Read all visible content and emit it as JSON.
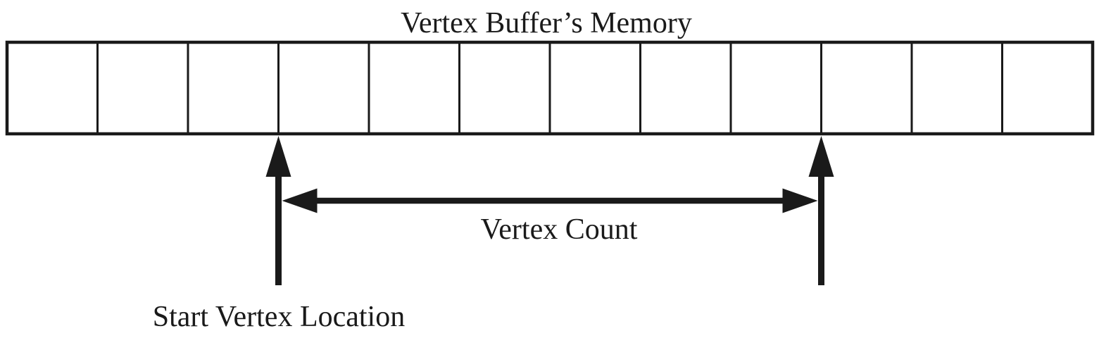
{
  "diagram": {
    "labels": {
      "title": "Vertex Buffer’s Memory",
      "vertex_count": "Vertex Count",
      "start_vertex_location": "Start Vertex Location"
    },
    "memory_buffer": {
      "cell_count": 12,
      "start_vertex_cell_index": 3,
      "vertex_count_cells": 6
    },
    "colors": {
      "ink": "#1a1a1a",
      "background": "#ffffff"
    }
  }
}
